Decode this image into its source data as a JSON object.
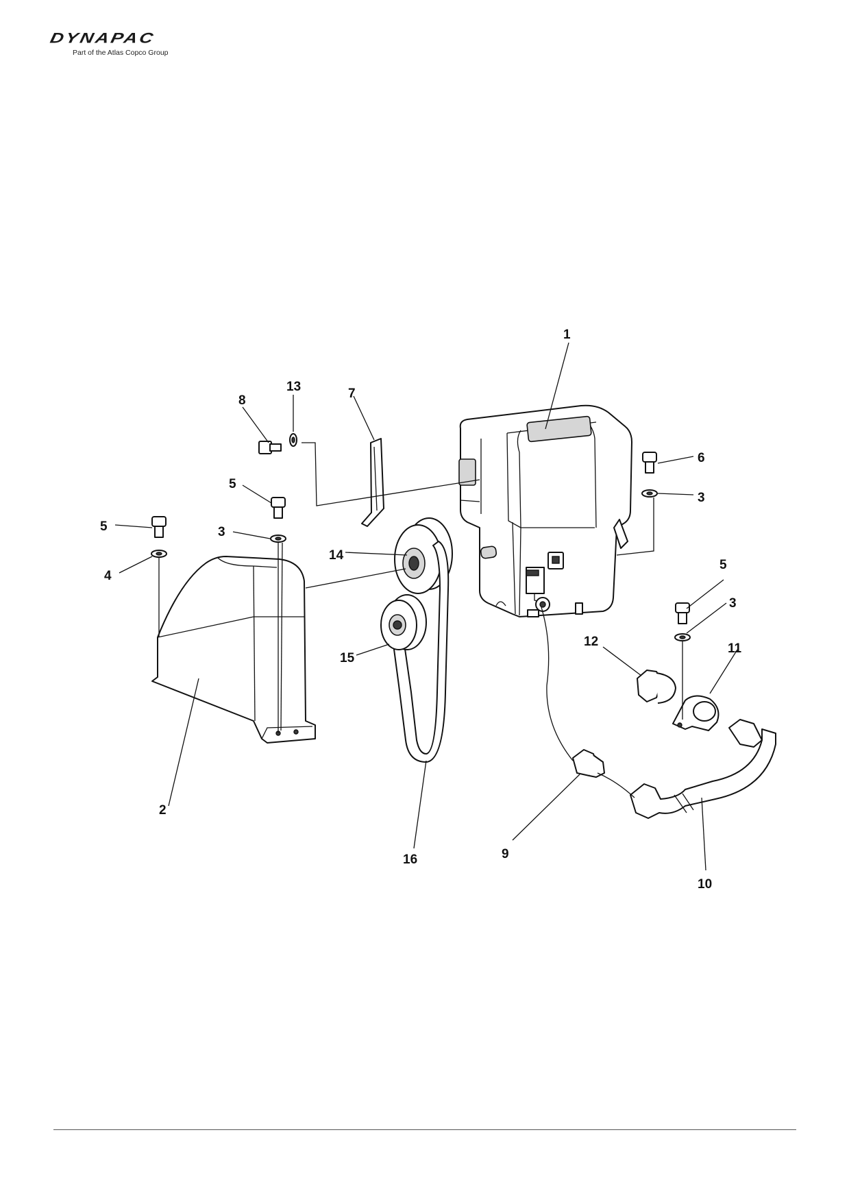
{
  "header": {
    "brand": "DYNAPAC",
    "tagline": "Part of the Atlas Copco Group"
  },
  "callouts": {
    "c1": "1",
    "c2": "2",
    "c3a": "3",
    "c3b": "3",
    "c3c": "3",
    "c4": "4",
    "c5a": "5",
    "c5b": "5",
    "c5c": "5",
    "c6": "6",
    "c7": "7",
    "c8": "8",
    "c9": "9",
    "c10": "10",
    "c11": "11",
    "c12": "12",
    "c13": "13",
    "c14": "14",
    "c15": "15",
    "c16": "16"
  }
}
